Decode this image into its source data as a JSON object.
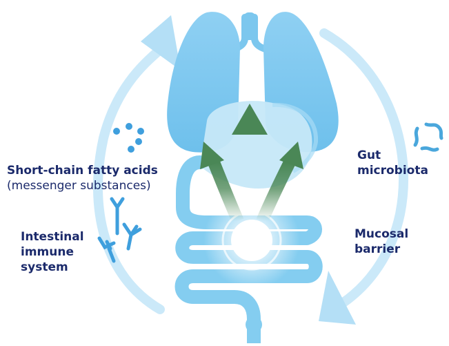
{
  "labels": {
    "scfa_title": "Short-chain fatty acids",
    "scfa_subtitle": "(messenger substances)",
    "immune_line1": "Intestinal",
    "immune_line2": "immune",
    "immune_line3": "system",
    "gut_line1": "Gut",
    "gut_line2": "microbiota",
    "mucosal_line1": "Mucosal",
    "mucosal_line2": "barrier"
  },
  "colors": {
    "text": "#1b2a6b",
    "lung": "#7cc7ee",
    "stomach": "#c6e8f8",
    "intestine": "#84cdf0",
    "arrow_green": "#4f8a5a",
    "cycle_arrow": "#b4dff6",
    "particle": "#3f9fdd",
    "antibody": "#3f9fdd"
  },
  "icons": [
    "lungs-icon",
    "stomach-icon",
    "intestine-icon",
    "up-arrow-icon",
    "cycle-arrow-icon",
    "fatty-acid-dots-icon",
    "antibody-icon",
    "bacteria-icon",
    "glow-icon"
  ]
}
